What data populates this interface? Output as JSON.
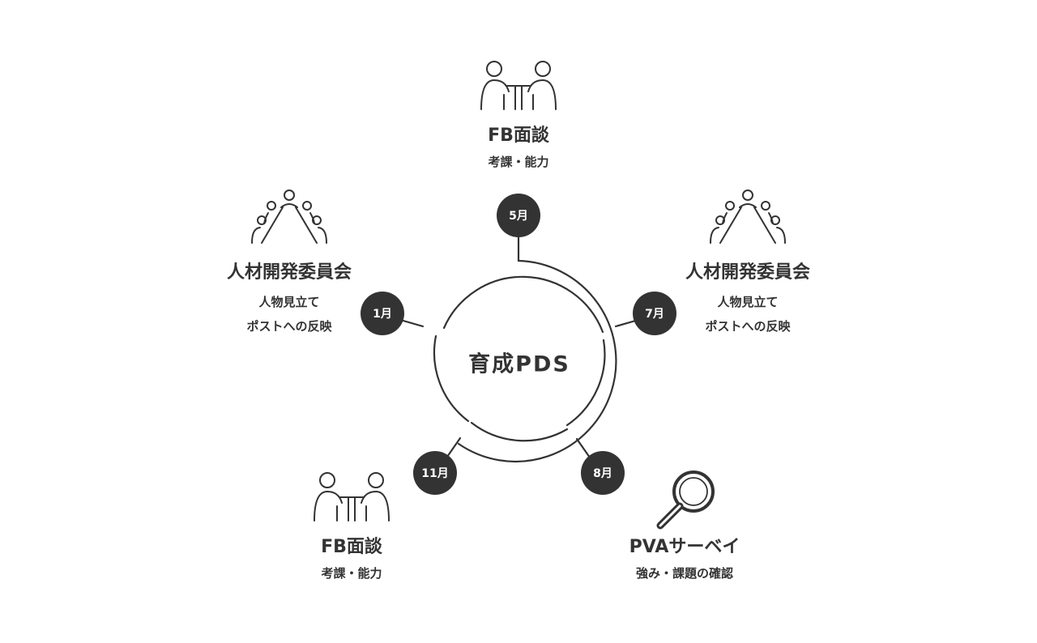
{
  "center_label": "育成PDS",
  "colors": {
    "stroke": "#333333",
    "badge": "#333333",
    "badge_text": "#ffffff",
    "background": "#ffffff"
  },
  "months": [
    {
      "id": "may",
      "label": "5月"
    },
    {
      "id": "jul",
      "label": "7月"
    },
    {
      "id": "aug",
      "label": "8月"
    },
    {
      "id": "nov",
      "label": "11月"
    },
    {
      "id": "jan",
      "label": "1月"
    }
  ],
  "events": {
    "fb_may": {
      "title": "FB面談",
      "lines": [
        "考課・能力"
      ],
      "icon": "meeting-two-people-icon"
    },
    "committee_jul": {
      "title": "人材開発委員会",
      "lines": [
        "人物見立て",
        "ポストへの反映"
      ],
      "icon": "conference-table-icon"
    },
    "pva_aug": {
      "title": "PVAサーベイ",
      "lines": [
        "強み・課題の確認"
      ],
      "icon": "magnifier-icon"
    },
    "fb_nov": {
      "title": "FB面談",
      "lines": [
        "考課・能力"
      ],
      "icon": "meeting-two-people-icon"
    },
    "committee_jan": {
      "title": "人材開発委員会",
      "lines": [
        "人物見立て",
        "ポストへの反映"
      ],
      "icon": "conference-table-icon"
    }
  }
}
